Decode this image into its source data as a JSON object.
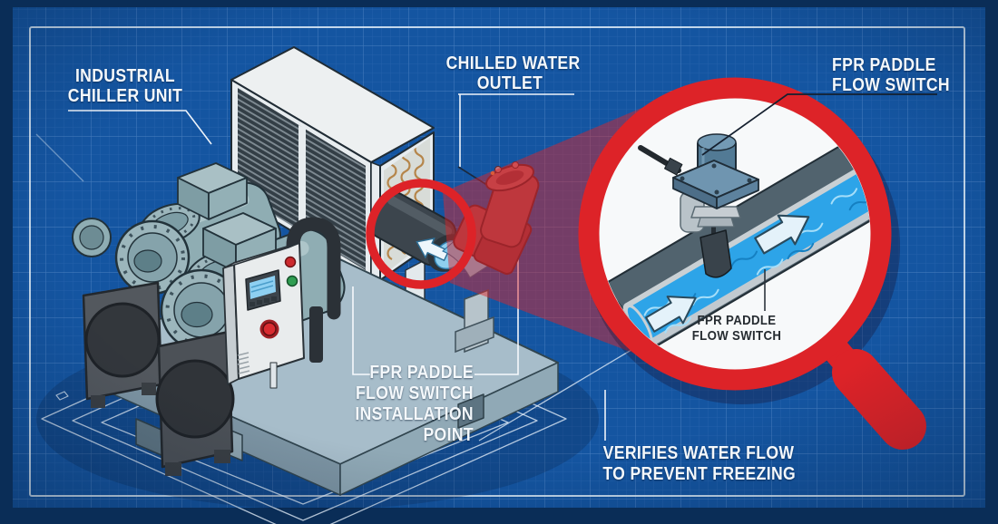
{
  "illustration": {
    "labels": {
      "chiller_unit": {
        "line1": "INDUSTRIAL",
        "line2": "CHILLER UNIT"
      },
      "chilled_water_outlet": {
        "line1": "CHILLED WATER",
        "line2": "OUTLET"
      },
      "flow_switch": {
        "line1": "FPR PADDLE",
        "line2": "FLOW SWITCH"
      },
      "installation_point": {
        "line1": "FPR PADDLE",
        "line2": "FLOW SWITCH",
        "line3": "INSTALLATION",
        "line4": "POINT"
      },
      "magnified_switch": {
        "line1": "FPR PADDLE",
        "line2": "FLOW SWITCH"
      },
      "caption": {
        "line1": "VERIFIES WATER FLOW",
        "line2": "TO PREVENT FREEZING"
      }
    },
    "colors": {
      "blueprint_blue": "#1455a1",
      "frame_navy": "#0a2d57",
      "accent_red": "#dd2328",
      "water_blue": "#2da4e8",
      "machine_teal": "#8fadb3",
      "label_white": "#f4f8fb",
      "label_dark": "#262c31"
    }
  }
}
